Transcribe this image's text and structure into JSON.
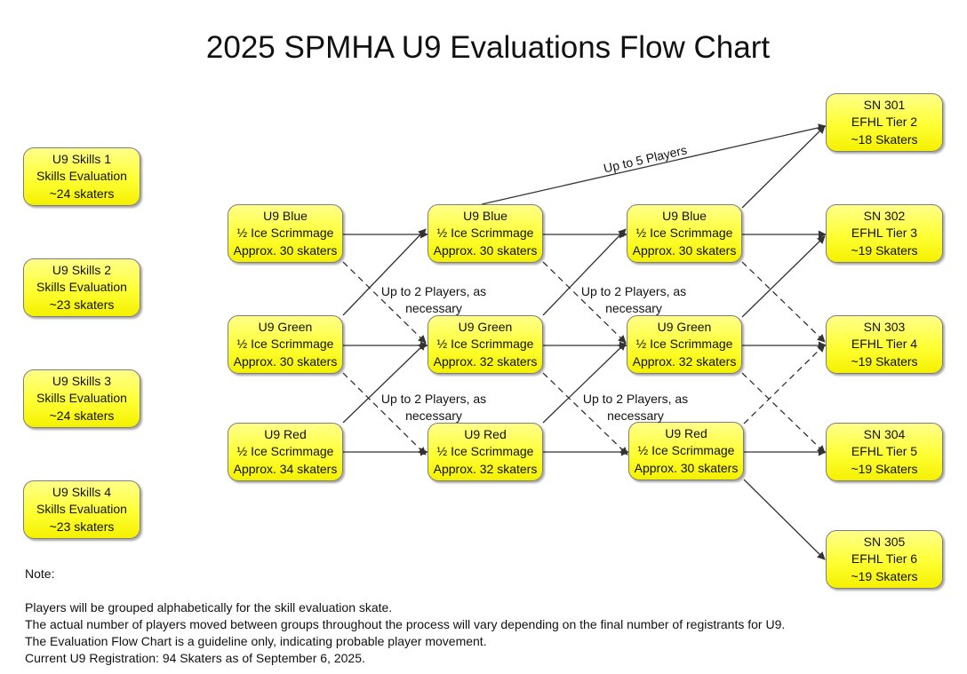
{
  "title": "2025 SPMHA U9 Evaluations Flow Chart",
  "skills": [
    {
      "l1": "U9 Skills 1",
      "l2": "Skills Evaluation",
      "l3": "~24 skaters"
    },
    {
      "l1": "U9 Skills 2",
      "l2": "Skills Evaluation",
      "l3": "~23 skaters"
    },
    {
      "l1": "U9 Skills 3",
      "l2": "Skills Evaluation",
      "l3": "~24 skaters"
    },
    {
      "l1": "U9 Skills 4",
      "l2": "Skills Evaluation",
      "l3": "~23 skaters"
    }
  ],
  "round1": [
    {
      "l1": "U9 Blue",
      "l2": "½ Ice Scrimmage",
      "l3": "Approx. 30 skaters"
    },
    {
      "l1": "U9 Green",
      "l2": "½ Ice Scrimmage",
      "l3": "Approx. 30 skaters"
    },
    {
      "l1": "U9 Red",
      "l2": "½ Ice Scrimmage",
      "l3": "Approx. 34 skaters"
    }
  ],
  "round2": [
    {
      "l1": "U9 Blue",
      "l2": "½ Ice Scrimmage",
      "l3": "Approx.  30 skaters"
    },
    {
      "l1": "U9 Green",
      "l2": "½ Ice Scrimmage",
      "l3": "Approx. 32 skaters"
    },
    {
      "l1": "U9 Red",
      "l2": "½ Ice Scrimmage",
      "l3": "Approx. 32 skaters"
    }
  ],
  "round3": [
    {
      "l1": "U9 Blue",
      "l2": "½ Ice Scrimmage",
      "l3": "Approx. 30 skaters"
    },
    {
      "l1": "U9 Green",
      "l2": "½ Ice Scrimmage",
      "l3": "Approx. 32 skaters"
    },
    {
      "l1": "U9 Red",
      "l2": "½ Ice Scrimmage",
      "l3": "Approx. 30 skaters"
    }
  ],
  "teams": [
    {
      "l1": "SN 301",
      "l2": "EFHL Tier 2",
      "l3": "~18 Skaters"
    },
    {
      "l1": "SN 302",
      "l2": "EFHL Tier 3",
      "l3": "~19 Skaters"
    },
    {
      "l1": "SN 303",
      "l2": "EFHL Tier 4",
      "l3": "~19 Skaters"
    },
    {
      "l1": "SN 304",
      "l2": "EFHL Tier 5",
      "l3": "~19 Skaters"
    },
    {
      "l1": "SN 305",
      "l2": "EFHL Tier 6",
      "l3": "~19 Skaters"
    }
  ],
  "edge_labels": {
    "top": "Up to 5 Players",
    "l1a": "Up to 2 Players, as",
    "l1b": "necessary",
    "l2a": "Up to 2 Players, as",
    "l2b": "necessary",
    "l3a": "Up to 2 Players, as",
    "l3b": "necessary",
    "l4a": "Up to 2 Players, as",
    "l4b": "necessary"
  },
  "notes": {
    "heading": "Note:",
    "lines": [
      "Players will be grouped alphabetically for the skill evaluation skate.",
      "The actual number of players moved between groups throughout the process will vary depending on the final number of registrants for U9.",
      "The Evaluation Flow Chart is a guideline only, indicating probable player movement.",
      "Current U9 Registration: 94 Skaters as of September 6, 2025."
    ]
  },
  "colors": {
    "node_fill": "#ffff33",
    "node_border": "#7d7d7d",
    "arrow": "#333333"
  }
}
